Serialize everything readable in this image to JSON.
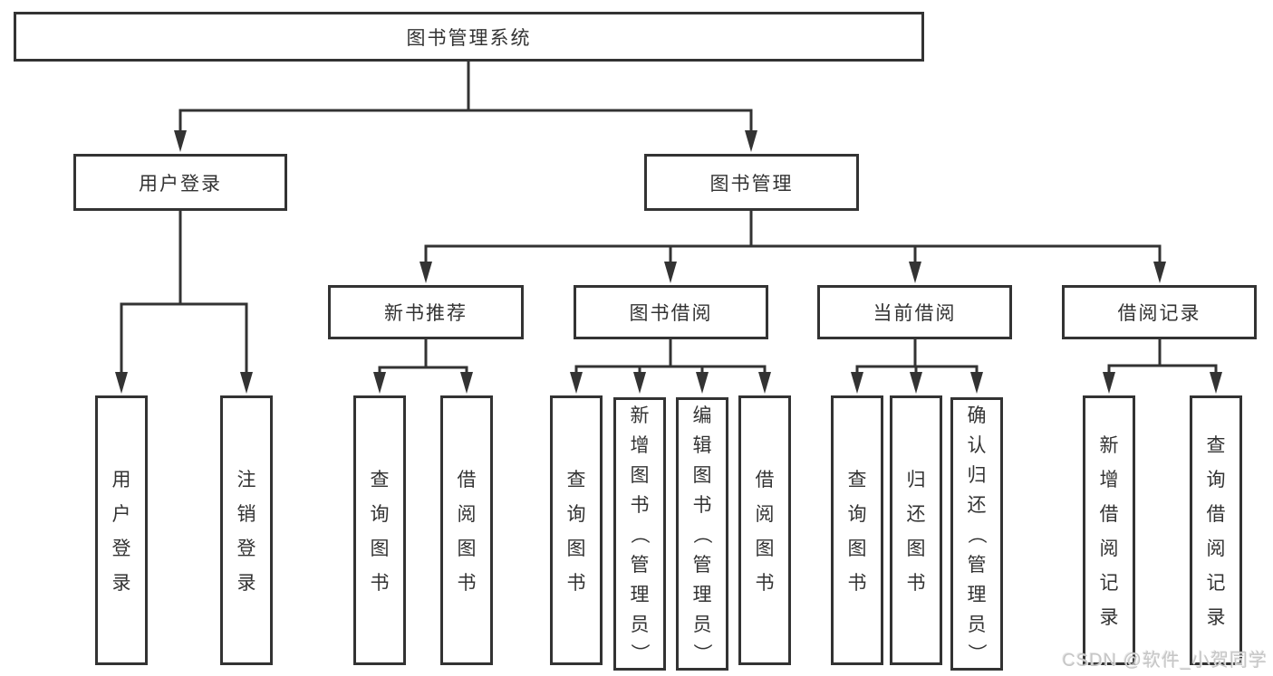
{
  "colors": {
    "line": "#333333",
    "text": "#333333",
    "box_background": "#ffffff",
    "page_background": "#ffffff",
    "watermark": "#c6c6c6"
  },
  "watermark": "CSDN @软件_小贺同学",
  "tree": {
    "root": "图书管理系统",
    "children": [
      {
        "label": "用户登录",
        "children": [
          {
            "label": "用户登录"
          },
          {
            "label": "注销登录"
          }
        ]
      },
      {
        "label": "图书管理",
        "children": [
          {
            "label": "新书推荐",
            "children": [
              {
                "label": "查询图书"
              },
              {
                "label": "借阅图书"
              }
            ]
          },
          {
            "label": "图书借阅",
            "children": [
              {
                "label": "查询图书"
              },
              {
                "label": "新增图书（管理员）"
              },
              {
                "label": "编辑图书（管理员）"
              },
              {
                "label": "借阅图书"
              }
            ]
          },
          {
            "label": "当前借阅",
            "children": [
              {
                "label": "查询图书"
              },
              {
                "label": "归还图书"
              },
              {
                "label": "确认归还（管理员）"
              }
            ]
          },
          {
            "label": "借阅记录",
            "children": [
              {
                "label": "新增借阅记录"
              },
              {
                "label": "查询借阅记录"
              }
            ]
          }
        ]
      }
    ]
  }
}
